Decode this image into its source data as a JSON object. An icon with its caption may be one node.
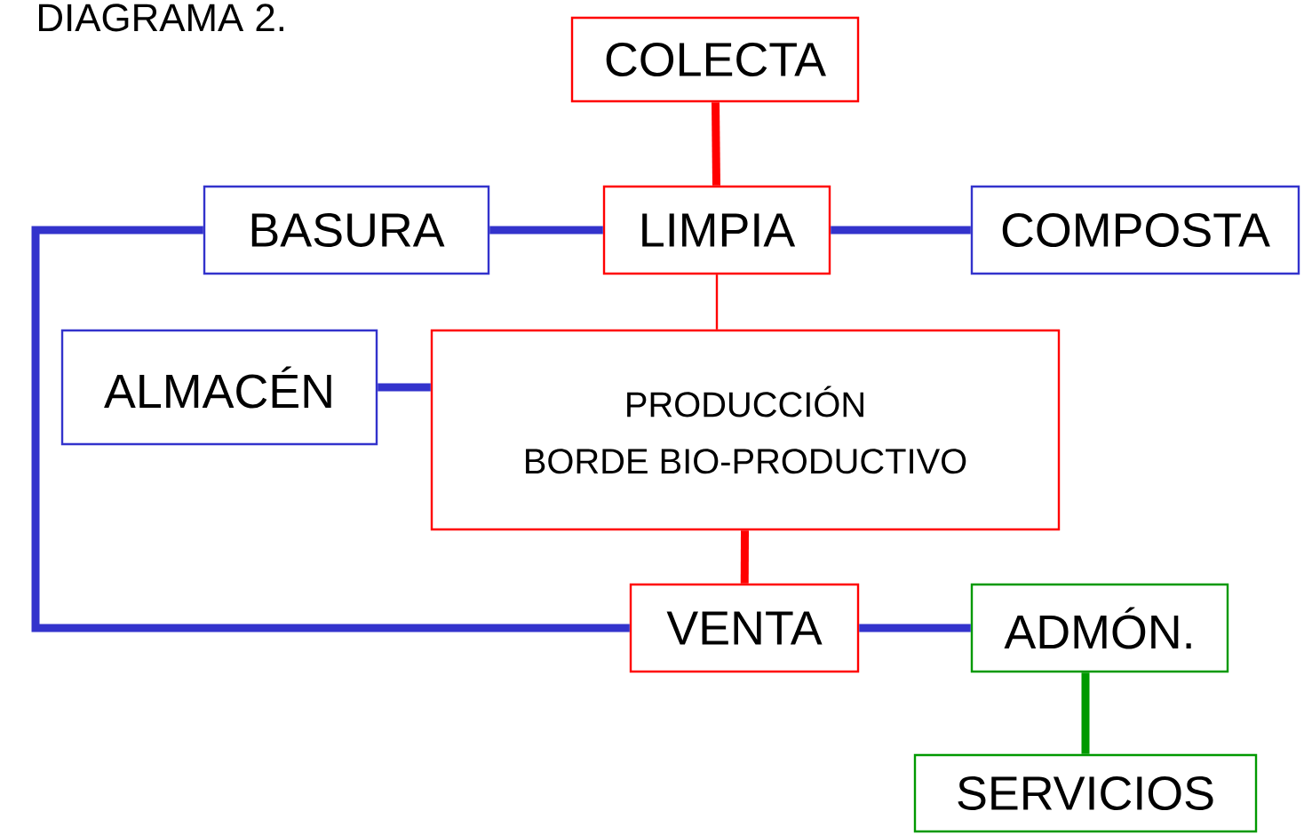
{
  "diagram": {
    "title": "DIAGRAMA 2.",
    "nodes": [
      {
        "text": [
          "COLECTA"
        ]
      },
      {
        "text": [
          "BASURA"
        ]
      },
      {
        "text": [
          "LIMPIA"
        ]
      },
      {
        "text": [
          "COMPOSTA"
        ]
      },
      {
        "text": [
          "ALMACÉN"
        ]
      },
      {
        "text": [
          "PRODUCCIÓN",
          "BORDE BIO-PRODUCTIVO"
        ]
      },
      {
        "text": [
          "VENTA"
        ]
      },
      {
        "text": [
          "ADMÓN."
        ]
      },
      {
        "text": [
          "SERVICIOS"
        ]
      }
    ],
    "edges": [
      {
        "from": 0,
        "to": 2,
        "arrow": "none",
        "color": "#ff0000"
      },
      {
        "from": 1,
        "to": 2,
        "arrow": "none"
      },
      {
        "from": 2,
        "to": 3,
        "arrow": "none"
      },
      {
        "from": 2,
        "to": 5,
        "arrow": "none",
        "color": "#ff0000"
      },
      {
        "from": 4,
        "to": 5,
        "arrow": "none"
      },
      {
        "from": 5,
        "to": 6,
        "arrow": "none",
        "color": "#ff0000"
      },
      {
        "from": 1,
        "to": 6,
        "arrow": "none"
      },
      {
        "from": 6,
        "to": 7,
        "arrow": "none"
      },
      {
        "from": 7,
        "to": 8,
        "arrow": "none",
        "color": "#009900"
      }
    ]
  }
}
